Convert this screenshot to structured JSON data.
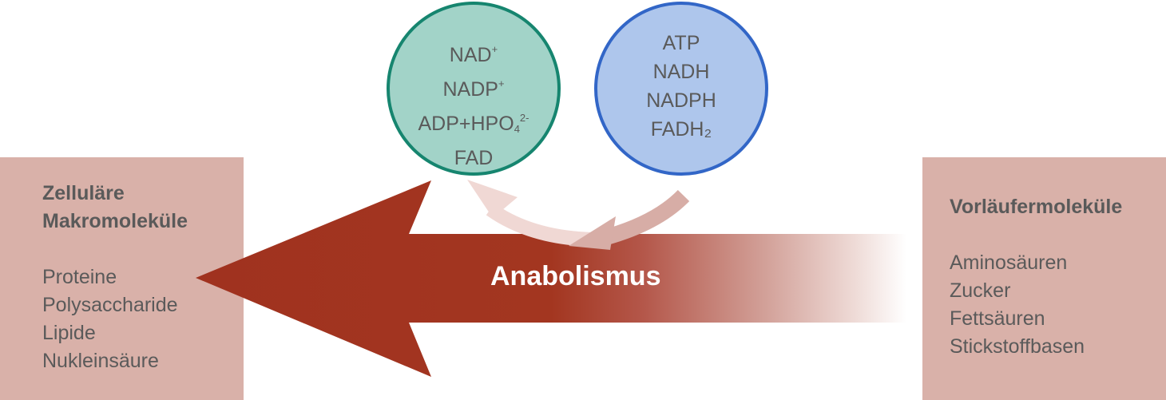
{
  "left_box": {
    "title_line1": "Zelluläre",
    "title_line2": "Makromoleküle",
    "items": [
      "Proteine",
      "Polysaccharide",
      "Lipide",
      "Nukleinsäure"
    ]
  },
  "right_box": {
    "title": "Vorläufermoleküle",
    "items": [
      "Aminosäuren",
      "Zucker",
      "Fettsäuren",
      "Stickstoffbasen"
    ]
  },
  "process": {
    "label": "Anabolismus"
  },
  "oxidized_circle": {
    "line1_base": "NAD",
    "line1_sup": "+",
    "line2_base": "NADP",
    "line2_sup": "+",
    "line3_base": "ADP+HPO",
    "line3_sub": "4",
    "line3_sup": "2-",
    "line4": "FAD"
  },
  "reduced_circle": {
    "line1": "ATP",
    "line2": "NADH",
    "line3": "NADPH",
    "line4": "FADH₂"
  },
  "colors": {
    "box_fill": "#d9b1a9",
    "arrow_dark": "#a0321f",
    "green_fill": "#a2d3c8",
    "green_stroke": "#16856f",
    "blue_fill": "#aec6ec",
    "blue_stroke": "#3266c7",
    "text": "#5a5a5a"
  }
}
